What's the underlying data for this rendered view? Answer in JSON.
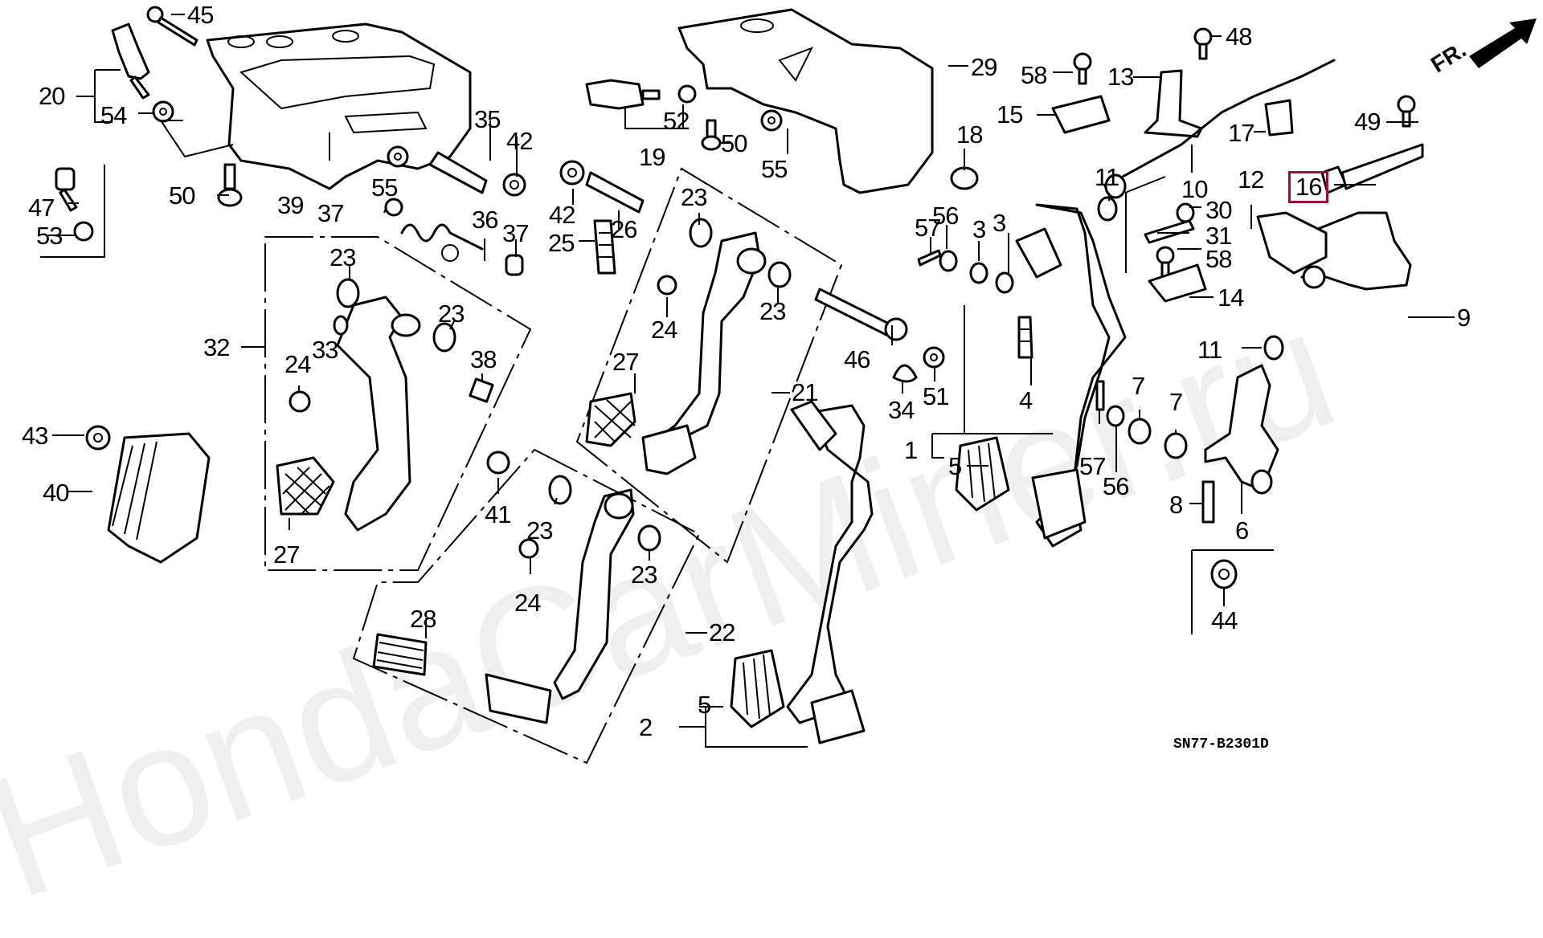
{
  "diagram": {
    "title": "Pedal assembly exploded parts diagram",
    "diagram_code": "SN77-B2301D",
    "watermark": "HondaCarMiner.ru",
    "orientation_label": "FR.",
    "highlight_color": "#9b0d3a",
    "highlighted_part": "16",
    "callouts": [
      {
        "id": "c45",
        "label": "45"
      },
      {
        "id": "c20",
        "label": "20"
      },
      {
        "id": "c54",
        "label": "54"
      },
      {
        "id": "c47",
        "label": "47"
      },
      {
        "id": "c53",
        "label": "53"
      },
      {
        "id": "c50a",
        "label": "50"
      },
      {
        "id": "c39",
        "label": "39"
      },
      {
        "id": "c55a",
        "label": "55"
      },
      {
        "id": "c37a",
        "label": "37"
      },
      {
        "id": "c35",
        "label": "35"
      },
      {
        "id": "c42a",
        "label": "42"
      },
      {
        "id": "c36",
        "label": "36"
      },
      {
        "id": "c37b",
        "label": "37"
      },
      {
        "id": "c52",
        "label": "52"
      },
      {
        "id": "c19",
        "label": "19"
      },
      {
        "id": "c50b",
        "label": "50"
      },
      {
        "id": "c55b",
        "label": "55"
      },
      {
        "id": "c29",
        "label": "29"
      },
      {
        "id": "c42b",
        "label": "42"
      },
      {
        "id": "c26",
        "label": "26"
      },
      {
        "id": "c25",
        "label": "25"
      },
      {
        "id": "c23a",
        "label": "23"
      },
      {
        "id": "c24a",
        "label": "24"
      },
      {
        "id": "c23b",
        "label": "23"
      },
      {
        "id": "c27a",
        "label": "27"
      },
      {
        "id": "c21",
        "label": "21"
      },
      {
        "id": "c32",
        "label": "32"
      },
      {
        "id": "c23c",
        "label": "23"
      },
      {
        "id": "c33",
        "label": "33"
      },
      {
        "id": "c23d",
        "label": "23"
      },
      {
        "id": "c24b",
        "label": "24"
      },
      {
        "id": "c38",
        "label": "38"
      },
      {
        "id": "c27b",
        "label": "27"
      },
      {
        "id": "c43",
        "label": "43"
      },
      {
        "id": "c40",
        "label": "40"
      },
      {
        "id": "c41",
        "label": "41"
      },
      {
        "id": "c23e",
        "label": "23"
      },
      {
        "id": "c24c",
        "label": "24"
      },
      {
        "id": "c23f",
        "label": "23"
      },
      {
        "id": "c28",
        "label": "28"
      },
      {
        "id": "c22",
        "label": "22"
      },
      {
        "id": "c5a",
        "label": "5"
      },
      {
        "id": "c2",
        "label": "2"
      },
      {
        "id": "c46",
        "label": "46"
      },
      {
        "id": "c34",
        "label": "34"
      },
      {
        "id": "c51",
        "label": "51"
      },
      {
        "id": "c4",
        "label": "4"
      },
      {
        "id": "c1",
        "label": "1"
      },
      {
        "id": "c5b",
        "label": "5"
      },
      {
        "id": "c57a",
        "label": "57"
      },
      {
        "id": "c56a",
        "label": "56"
      },
      {
        "id": "c3a",
        "label": "3"
      },
      {
        "id": "c3b",
        "label": "3"
      },
      {
        "id": "c18",
        "label": "18"
      },
      {
        "id": "c58a",
        "label": "58"
      },
      {
        "id": "c15",
        "label": "15"
      },
      {
        "id": "c48",
        "label": "48"
      },
      {
        "id": "c13",
        "label": "13"
      },
      {
        "id": "c17",
        "label": "17"
      },
      {
        "id": "c49",
        "label": "49"
      },
      {
        "id": "c16",
        "label": "16"
      },
      {
        "id": "c11a",
        "label": "11"
      },
      {
        "id": "c10",
        "label": "10"
      },
      {
        "id": "c30",
        "label": "30"
      },
      {
        "id": "c31",
        "label": "31"
      },
      {
        "id": "c58b",
        "label": "58"
      },
      {
        "id": "c14",
        "label": "14"
      },
      {
        "id": "c12",
        "label": "12"
      },
      {
        "id": "c9",
        "label": "9"
      },
      {
        "id": "c11b",
        "label": "11"
      },
      {
        "id": "c57b",
        "label": "57"
      },
      {
        "id": "c56b",
        "label": "56"
      },
      {
        "id": "c7a",
        "label": "7"
      },
      {
        "id": "c7b",
        "label": "7"
      },
      {
        "id": "c8",
        "label": "8"
      },
      {
        "id": "c6",
        "label": "6"
      },
      {
        "id": "c44",
        "label": "44"
      }
    ]
  }
}
